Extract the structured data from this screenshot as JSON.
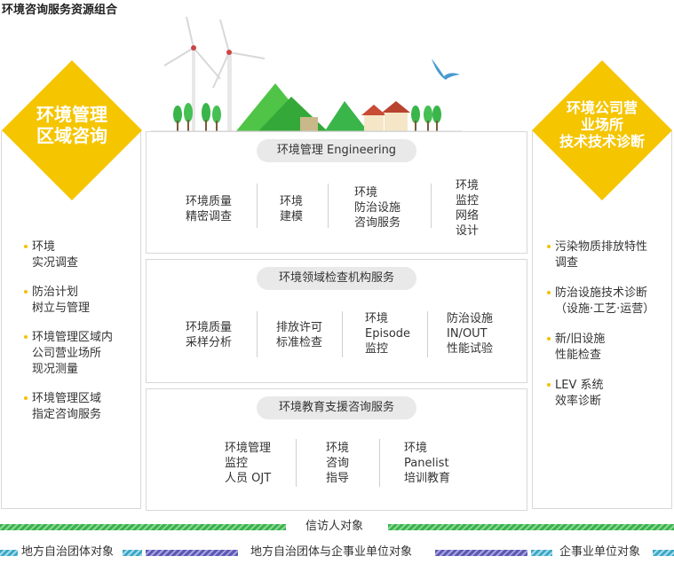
{
  "title": "环境咨询服务资源组合",
  "left_panel": {
    "heading": "环境管理\n区域咨询",
    "items": [
      "环境\n实况调查",
      "防治计划\n树立与管理",
      "环境管理区域内\n公司营业场所\n现况测量",
      "环境管理区域\n指定咨询服务"
    ]
  },
  "right_panel": {
    "heading": "环境公司营\n业场所\n技术技术诊断",
    "items": [
      "污染物质排放特性\n调查",
      "防治设施技术诊断\n（设施·工艺·运营）",
      "新/旧设施\n性能检查",
      "LEV 系统\n效率诊断"
    ]
  },
  "center": {
    "box1": {
      "header": "环境管理 Engineering",
      "items": [
        "环境质量\n精密调查",
        "环境\n建模",
        "环境\n防治设施\n咨询服务",
        "环境\n监控\n网络\n设计"
      ]
    },
    "box2": {
      "header": "环境领域检查机构服务",
      "items": [
        "环境质量\n采样分析",
        "排放许可\n标准检查",
        "环境\nEpisode\n监控",
        "防治设施\nIN/OUT\n性能试验"
      ]
    },
    "box3": {
      "header": "环境教育支援咨询服务",
      "items": [
        "环境管理\n监控\n人员 OJT",
        "环境\n咨询\n指导",
        "环境\nPanelist\n培训教育"
      ]
    }
  },
  "bottom": {
    "visitors_label": "信访人对象",
    "left_label": "地方自治团体对象",
    "middle_label": "地方自治团体与企事业单位对象",
    "right_label": "企事业单位对象"
  },
  "colors": {
    "diamond": "#f5c500",
    "green_stripe": "#38b34a",
    "teal_stripe": "#3aa7c6",
    "purple_stripe": "#5d58b5"
  }
}
